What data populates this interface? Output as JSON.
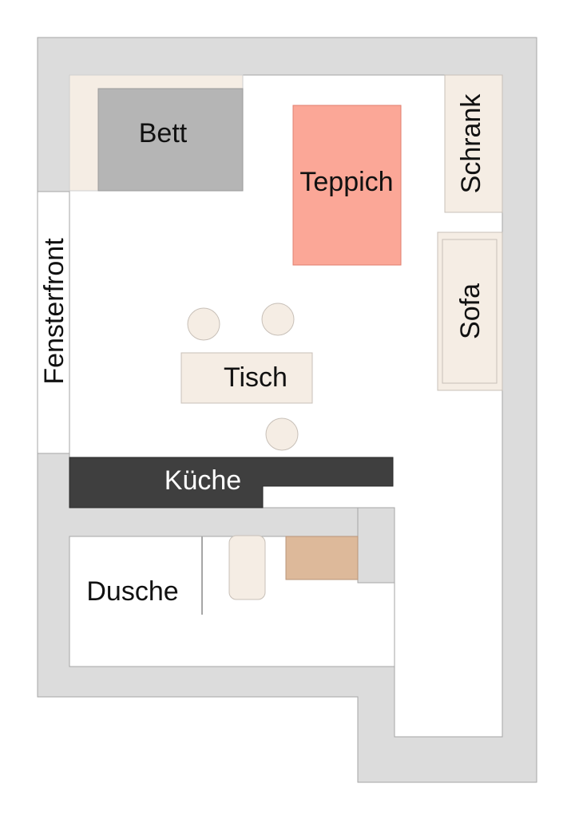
{
  "labels": {
    "bed": "Bett",
    "rug": "Teppich",
    "wardrobe": "Schrank",
    "sofa": "Sofa",
    "window_front": "Fensterfront",
    "table": "Tisch",
    "kitchen": "Küche",
    "shower": "Dusche"
  },
  "colors": {
    "wall": "#dcdcdc",
    "wall_stroke": "#a6a6a6",
    "floor": "#ffffff",
    "furniture_beige": "#f5ede4",
    "bed": "#b5b5b5",
    "rug": "#fba797",
    "kitchen": "#3f3f3f",
    "counter_wood": "#ddb99a"
  }
}
